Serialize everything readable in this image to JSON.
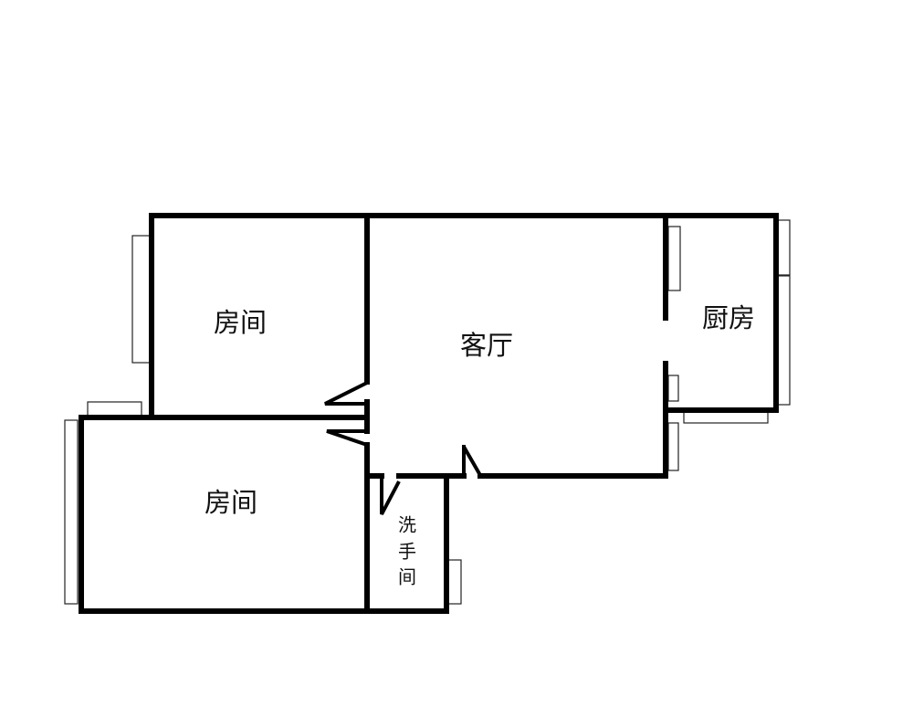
{
  "rooms": {
    "bedroom_top": "房间",
    "living_room": "客厅",
    "kitchen": "厨房",
    "bedroom_bottom": "房间",
    "bathroom": [
      "洗",
      "手",
      "间"
    ]
  }
}
